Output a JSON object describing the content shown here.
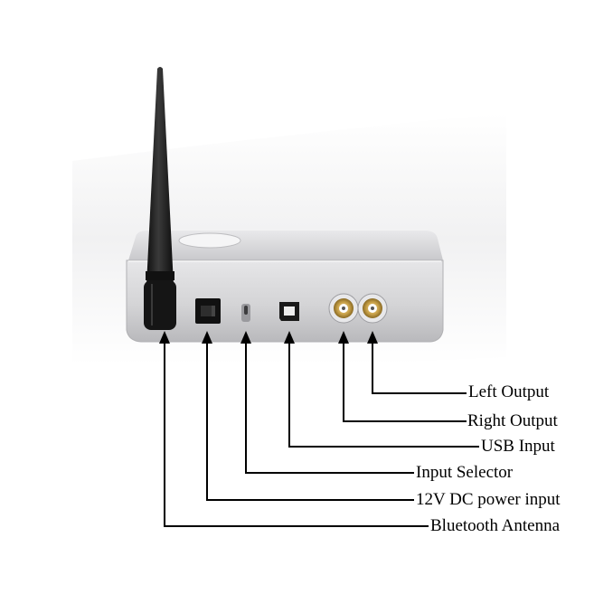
{
  "diagram": {
    "labels": {
      "left_output": "Left Output",
      "right_output": "Right Output",
      "usb_input": "USB Input",
      "input_selector": "Input Selector",
      "dc_power": "12V DC power input",
      "bluetooth_antenna": "Bluetooth Antenna"
    },
    "colors": {
      "chassis": "#d4d4d6",
      "antenna": "#1a1a1a",
      "rca_gold": "#c9a24a",
      "leader_lines": "#000000"
    }
  }
}
